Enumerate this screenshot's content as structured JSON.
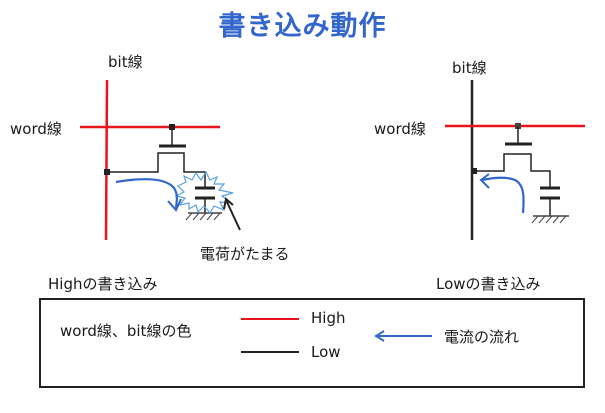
{
  "title": "書き込み動作",
  "colors": {
    "high": "#e8141c",
    "low": "#222222",
    "current": "#3366cc",
    "charge": "#5aa0e6",
    "title": "#3366cc"
  },
  "left_panel": {
    "bit_line_label": "bit線",
    "word_line_label": "word線",
    "bit_line_state": "High",
    "word_line_state": "High",
    "annotation": "電荷がたまる",
    "caption": "Highの書き込み"
  },
  "right_panel": {
    "bit_line_label": "bit線",
    "word_line_label": "word線",
    "bit_line_state": "Low",
    "word_line_state": "High",
    "caption": "Lowの書き込み"
  },
  "legend": {
    "line_color_label": "word線、bit線の色",
    "high_label": "High",
    "low_label": "Low",
    "current_label": "電流の流れ"
  }
}
